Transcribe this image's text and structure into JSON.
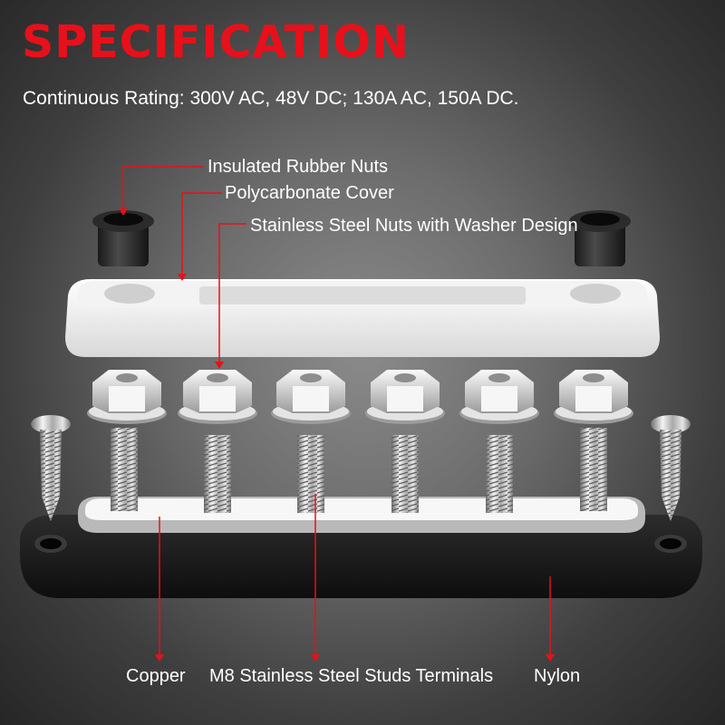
{
  "title": "SPECIFICATION",
  "subtitle": "Continuous Rating: 300V AC, 48V DC; 130A AC, 150A DC.",
  "labels": {
    "rubber_nuts": "Insulated Rubber Nuts",
    "cover": "Polycarbonate Cover",
    "steel_nuts": "Stainless Steel Nuts with Washer Design",
    "copper": "Copper",
    "studs": "M8 Stainless Steel Studs Terminals",
    "nylon": "Nylon"
  },
  "colors": {
    "accent": "#e8101a",
    "label_text": "#ffffff",
    "leader_line": "#e8101a"
  },
  "components": {
    "stud_count": 6,
    "screw_count": 2,
    "rubber_nut_count": 2
  }
}
